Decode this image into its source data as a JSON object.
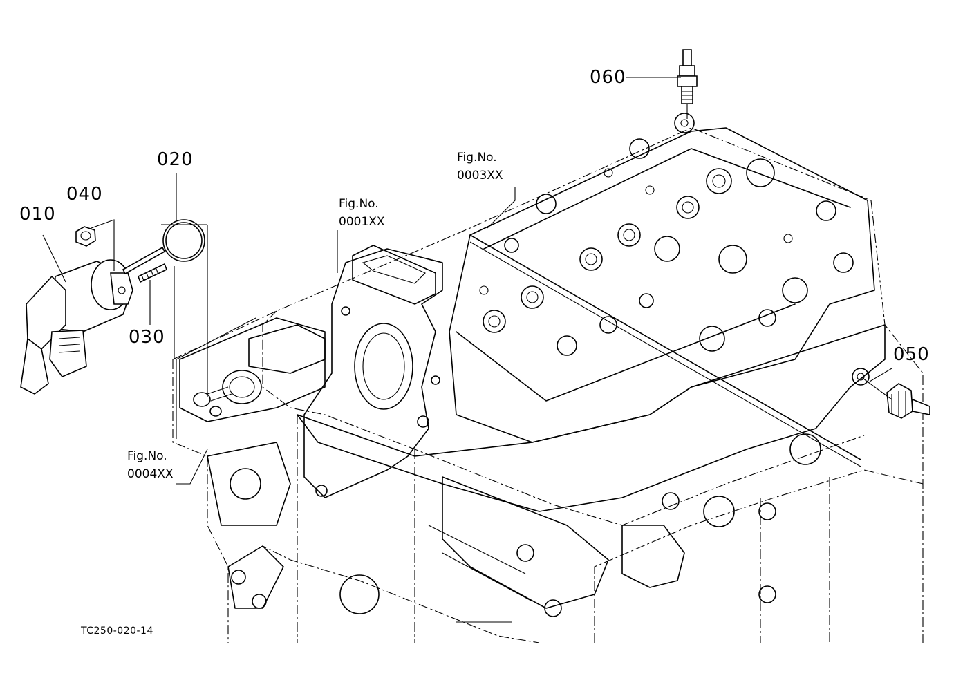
{
  "diagram": {
    "drawing_code": "TC250-020-14",
    "parts": [
      {
        "id": "p010",
        "label": "010"
      },
      {
        "id": "p020",
        "label": "020"
      },
      {
        "id": "p030",
        "label": "030"
      },
      {
        "id": "p040",
        "label": "040"
      },
      {
        "id": "p050",
        "label": "050"
      },
      {
        "id": "p060",
        "label": "060"
      }
    ],
    "figure_refs": [
      {
        "id": "fig1",
        "title": "Fig.No.",
        "code": "0001XX"
      },
      {
        "id": "fig3",
        "title": "Fig.No.",
        "code": "0003XX"
      },
      {
        "id": "fig4",
        "title": "Fig.No.",
        "code": "0004XX"
      }
    ]
  }
}
